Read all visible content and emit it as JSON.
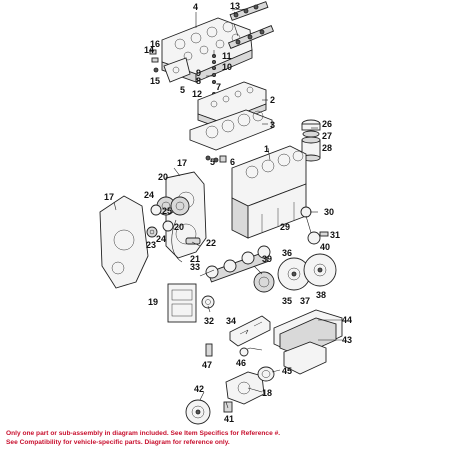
{
  "callouts": [
    {
      "id": "c1",
      "text": "1"
    },
    {
      "id": "c2",
      "text": "2"
    },
    {
      "id": "c3",
      "text": "3"
    },
    {
      "id": "c4",
      "text": "4"
    },
    {
      "id": "c5a",
      "text": "5"
    },
    {
      "id": "c5b",
      "text": "5"
    },
    {
      "id": "c6",
      "text": "6"
    },
    {
      "id": "c7",
      "text": "7"
    },
    {
      "id": "c8",
      "text": "8"
    },
    {
      "id": "c9",
      "text": "9"
    },
    {
      "id": "c10",
      "text": "10"
    },
    {
      "id": "c11",
      "text": "11"
    },
    {
      "id": "c12",
      "text": "12"
    },
    {
      "id": "c13",
      "text": "13"
    },
    {
      "id": "c14",
      "text": "14"
    },
    {
      "id": "c15",
      "text": "15"
    },
    {
      "id": "c16",
      "text": "16"
    },
    {
      "id": "c17a",
      "text": "17"
    },
    {
      "id": "c17b",
      "text": "17"
    },
    {
      "id": "c18",
      "text": "18"
    },
    {
      "id": "c19",
      "text": "19"
    },
    {
      "id": "c20a",
      "text": "20"
    },
    {
      "id": "c20b",
      "text": "20"
    },
    {
      "id": "c21",
      "text": "21"
    },
    {
      "id": "c22",
      "text": "22"
    },
    {
      "id": "c23",
      "text": "23"
    },
    {
      "id": "c24a",
      "text": "24"
    },
    {
      "id": "c24b",
      "text": "24"
    },
    {
      "id": "c25",
      "text": "25"
    },
    {
      "id": "c26",
      "text": "26"
    },
    {
      "id": "c27",
      "text": "27"
    },
    {
      "id": "c28",
      "text": "28"
    },
    {
      "id": "c29",
      "text": "29"
    },
    {
      "id": "c30",
      "text": "30"
    },
    {
      "id": "c31",
      "text": "31"
    },
    {
      "id": "c32",
      "text": "32"
    },
    {
      "id": "c33",
      "text": "33"
    },
    {
      "id": "c34",
      "text": "34"
    },
    {
      "id": "c35",
      "text": "35"
    },
    {
      "id": "c36",
      "text": "36"
    },
    {
      "id": "c37",
      "text": "37"
    },
    {
      "id": "c38",
      "text": "38"
    },
    {
      "id": "c39",
      "text": "39"
    },
    {
      "id": "c40",
      "text": "40"
    },
    {
      "id": "c41",
      "text": "41"
    },
    {
      "id": "c42",
      "text": "42"
    },
    {
      "id": "c43",
      "text": "43"
    },
    {
      "id": "c44",
      "text": "44"
    },
    {
      "id": "c45",
      "text": "45"
    },
    {
      "id": "c46",
      "text": "46"
    },
    {
      "id": "c47",
      "text": "47"
    }
  ],
  "footer": {
    "line1": "Only one part or sub-assembly in diagram included. See Item Specifics for Reference #.",
    "line2": "See Compatibility for vehicle-specific parts. Diagram for reference only."
  },
  "colors": {
    "footer_text": "#c8102e",
    "line_art": "#222222",
    "background": "#ffffff"
  }
}
